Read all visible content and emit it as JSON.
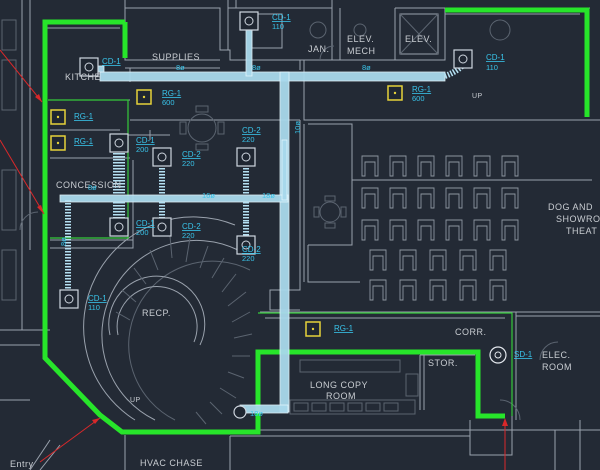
{
  "rooms": {
    "supplies": "SUPPLIES",
    "jan": "JAN.",
    "elev_mech": "ELEV.",
    "elev_mech_2": "MECH",
    "elev": "ELEV.",
    "kitchen": "KITCHE",
    "concession": "CONCESSION",
    "recp": "RECP.",
    "dog_and": "DOG AND",
    "showroom": "SHOWRO",
    "theater": "THEAT",
    "corr": "CORR.",
    "elec": "ELEC.",
    "room": "ROOM",
    "stor": "STOR.",
    "long_copy": "LONG COPY",
    "long_copy_room": "ROOM",
    "hvac_chase": "HVAC CHASE",
    "entry": "Entry",
    "up1": "UP",
    "up2": "UP"
  },
  "tags": {
    "cd1_top": "CD-1",
    "cd1_top_v": "110",
    "cd1_kitchen": "CD-1",
    "cd1_right": "CD-1",
    "cd1_right_v": "110",
    "rg1_a": "RG-1",
    "rg1_a_v": "600",
    "rg1_b": "RG-1",
    "rg1_b_v": "600",
    "rg1_k1": "RG-1",
    "rg1_k2": "RG-1",
    "cd1_a": "CD-1",
    "cd1_a_v": "200",
    "cd2_a": "CD-2",
    "cd2_a_v": "220",
    "cd2_b": "CD-2",
    "cd2_b_v": "220",
    "cd1_b": "CD-1",
    "cd1_b_v": "200",
    "cd2_c": "CD-2",
    "cd2_c_v": "220",
    "cd2_d": "CD-2",
    "cd2_d_v": "220",
    "cd1_left": "CD-1",
    "cd1_left_v": "110",
    "rg1_corr": "RG-1",
    "sd1": "SD-1"
  },
  "dims": {
    "d8a": "8ø",
    "d8b": "8ø",
    "d8c": "8ø",
    "d10": "10ø",
    "d8d": "8ø",
    "d16": "16ø",
    "d18": "18ø",
    "d8e": "8ø",
    "d18b": "18ø"
  },
  "colors": {
    "background": "#232a35",
    "zone": "#27e52a",
    "duct": "#a9d9ec",
    "tag": "#39c4ea",
    "grille": "#e6d23a",
    "arrow": "#d8282a"
  }
}
